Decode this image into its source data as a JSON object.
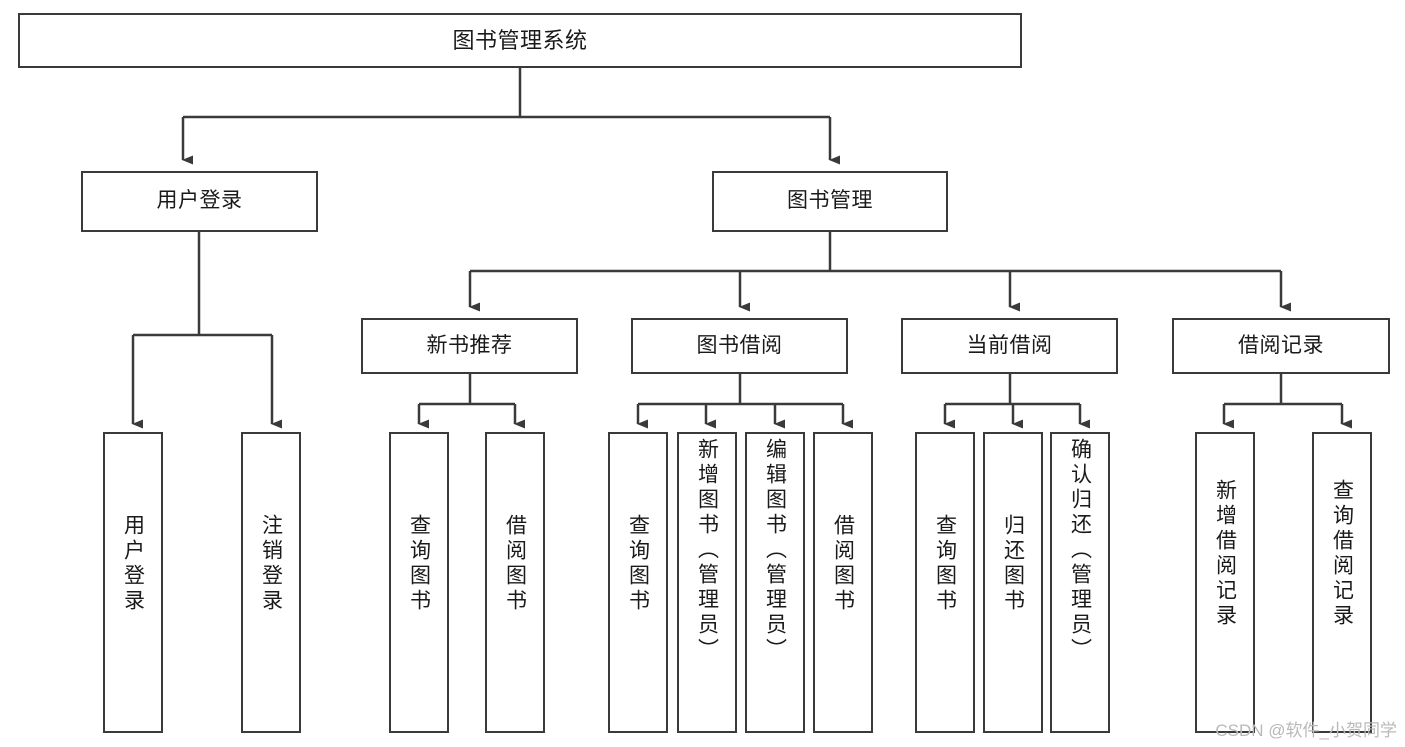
{
  "diagram": {
    "title": "图书管理系统",
    "watermark": "CSDN @软件_小贺同学",
    "type": "tree",
    "line_color": "#3a3a3a",
    "node_fill": "#ffffff",
    "text_color": "#1a1a1a",
    "root": {
      "label": "图书管理系统"
    },
    "level2": [
      {
        "label": "用户登录"
      },
      {
        "label": "图书管理"
      }
    ],
    "level3": [
      {
        "label": "新书推荐"
      },
      {
        "label": "图书借阅"
      },
      {
        "label": "当前借阅"
      },
      {
        "label": "借阅记录"
      }
    ],
    "leaves": {
      "user_login": [
        {
          "label": "用户登录"
        },
        {
          "label": "注销登录"
        }
      ],
      "new_book_recommend": [
        {
          "label": "查询图书"
        },
        {
          "label": "借阅图书"
        }
      ],
      "book_borrow": [
        {
          "label": "查询图书"
        },
        {
          "label": "新增图书（管理员）"
        },
        {
          "label": "编辑图书（管理员）"
        },
        {
          "label": "借阅图书"
        }
      ],
      "current_borrow": [
        {
          "label": "查询图书"
        },
        {
          "label": "归还图书"
        },
        {
          "label": "确认归还（管理员）"
        }
      ],
      "borrow_record": [
        {
          "label": "新增借阅记录"
        },
        {
          "label": "查询借阅记录"
        }
      ]
    }
  }
}
